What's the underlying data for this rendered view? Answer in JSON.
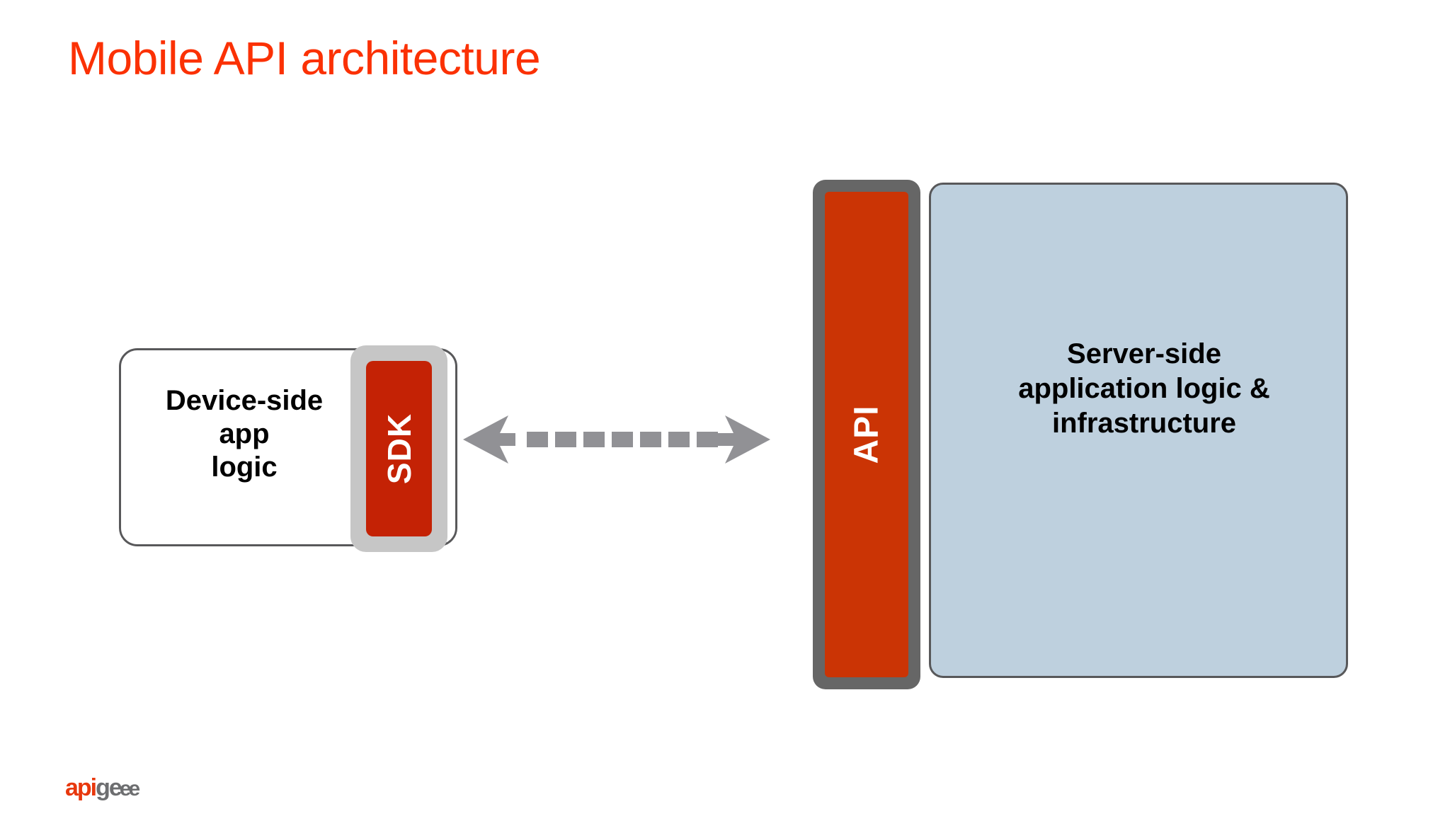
{
  "slide": {
    "title": "Mobile API architecture",
    "title_color": "#FB3104",
    "background": "#ffffff"
  },
  "diagram": {
    "type": "block-architecture",
    "nodes": [
      {
        "id": "device",
        "label": "Device-side app logic",
        "lines": [
          "Device-side",
          "app",
          "logic"
        ],
        "fill": "#ffffff",
        "border": "#58585A"
      },
      {
        "id": "sdk",
        "label": "SDK",
        "orientation": "vertical",
        "fill": "#C42205",
        "frame": "#C6C6C6",
        "text_color": "#ffffff"
      },
      {
        "id": "api",
        "label": "API",
        "orientation": "vertical",
        "fill": "#CB3405",
        "frame": "#666666",
        "text_color": "#ffffff"
      },
      {
        "id": "server",
        "label": "Server-side application logic & infrastructure",
        "lines": [
          "Server-side",
          "application logic &",
          "infrastructure"
        ],
        "fill": "#BED0DE",
        "border": "#58585A"
      }
    ],
    "connector": {
      "id": "exchange-arrow",
      "style": "dashed",
      "direction": "bidirectional",
      "dash_count": 7,
      "color": "#919195",
      "from": "sdk",
      "to": "api"
    }
  },
  "device": {
    "line1": "Device-side",
    "line2": "app",
    "line3": "logic"
  },
  "sdk": {
    "label": "SDK"
  },
  "api": {
    "label": "API"
  },
  "server": {
    "line1": "Server-side",
    "line2": "application logic &",
    "line3": "infrastructure"
  },
  "brand": {
    "api_part": "api",
    "gee_part": "ge",
    "mark_part": "ee"
  }
}
